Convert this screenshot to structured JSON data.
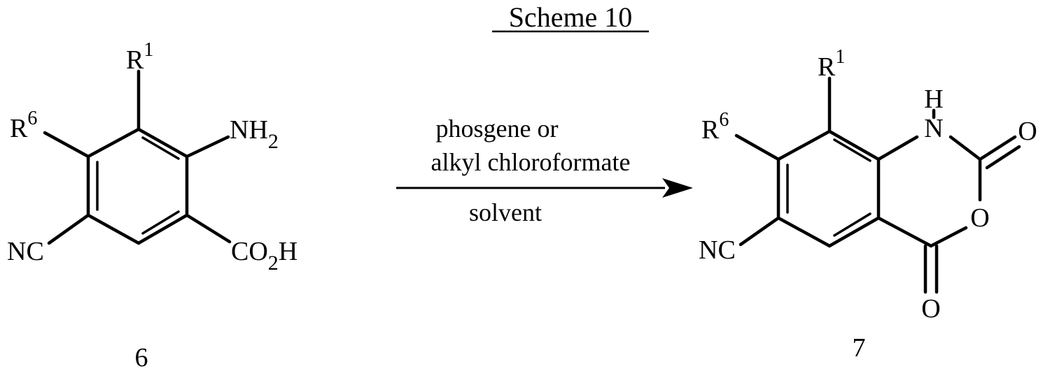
{
  "title": "Scheme 10",
  "reactant": {
    "compound_number": "6",
    "labels": {
      "r1": "R",
      "r1_sup": "1",
      "r6": "R",
      "r6_sup": "6",
      "nh2": "NH",
      "nh2_sub": "2",
      "nc": "NC",
      "co2h_a": "CO",
      "co2h_sub": "2",
      "co2h_b": "H"
    }
  },
  "conditions": {
    "line1": "phosgene or",
    "line2": "alkyl chloroformate",
    "below": "solvent"
  },
  "product": {
    "compound_number": "7",
    "labels": {
      "r1": "R",
      "r1_sup": "1",
      "r6": "R",
      "r6_sup": "6",
      "h": "H",
      "n": "N",
      "o_top": "O",
      "o_ring": "O",
      "o_bottom": "O",
      "nc": "NC"
    }
  }
}
